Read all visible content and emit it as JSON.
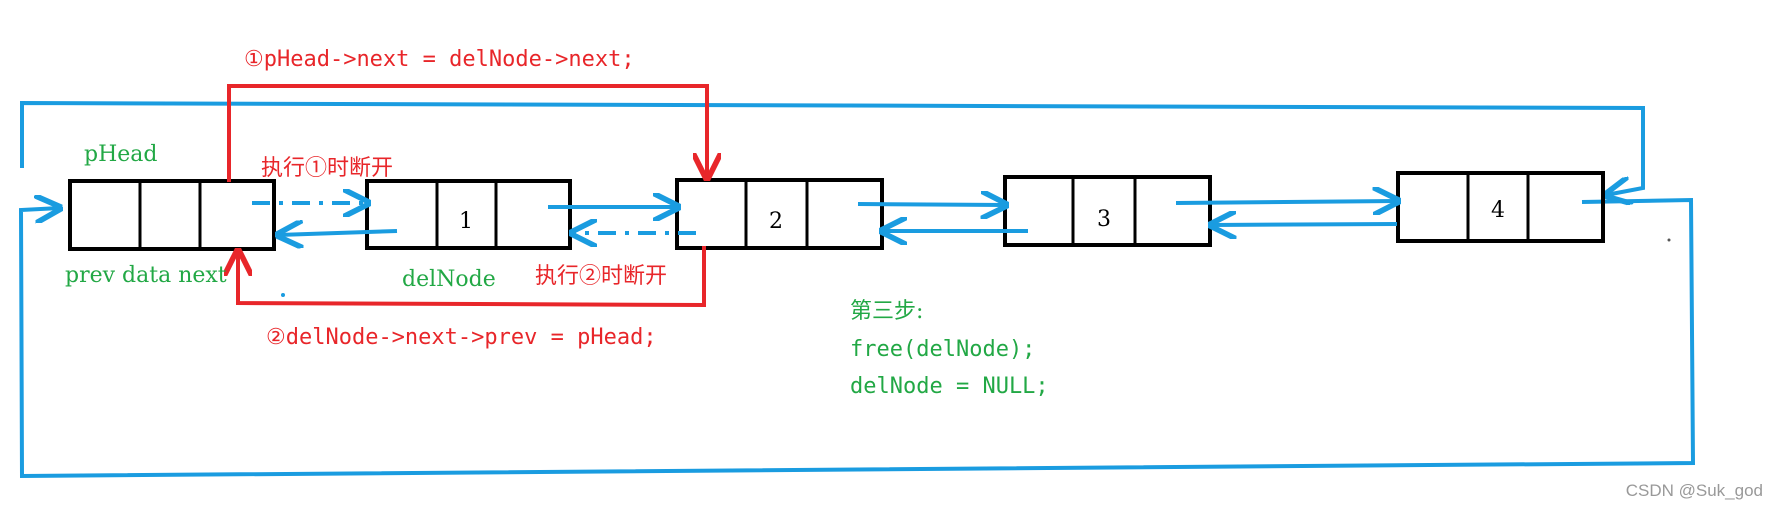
{
  "colors": {
    "red": "#e8262a",
    "blue": "#1a9ce0",
    "green": "#22a845",
    "black": "#000000"
  },
  "nodes": [
    {
      "id": "head",
      "label": "",
      "data": ""
    },
    {
      "id": "n1",
      "label": "",
      "data": "1"
    },
    {
      "id": "n2",
      "label": "",
      "data": "2"
    },
    {
      "id": "n3",
      "label": "",
      "data": "3"
    },
    {
      "id": "n4",
      "label": "",
      "data": "4"
    }
  ],
  "labels": {
    "phead": "pHead",
    "field_names": "prev data next",
    "delnode": "delNode",
    "step1_code": "①pHead->next = delNode->next;",
    "step1_break": "执行①时断开",
    "step2_code": "②delNode->next->prev = pHead;",
    "step2_break": "执行②时断开",
    "step3_title": "第三步:",
    "step3_line1": "free(delNode);",
    "step3_line2": "delNode = NULL;",
    "watermark": "CSDN @Suk_god"
  }
}
